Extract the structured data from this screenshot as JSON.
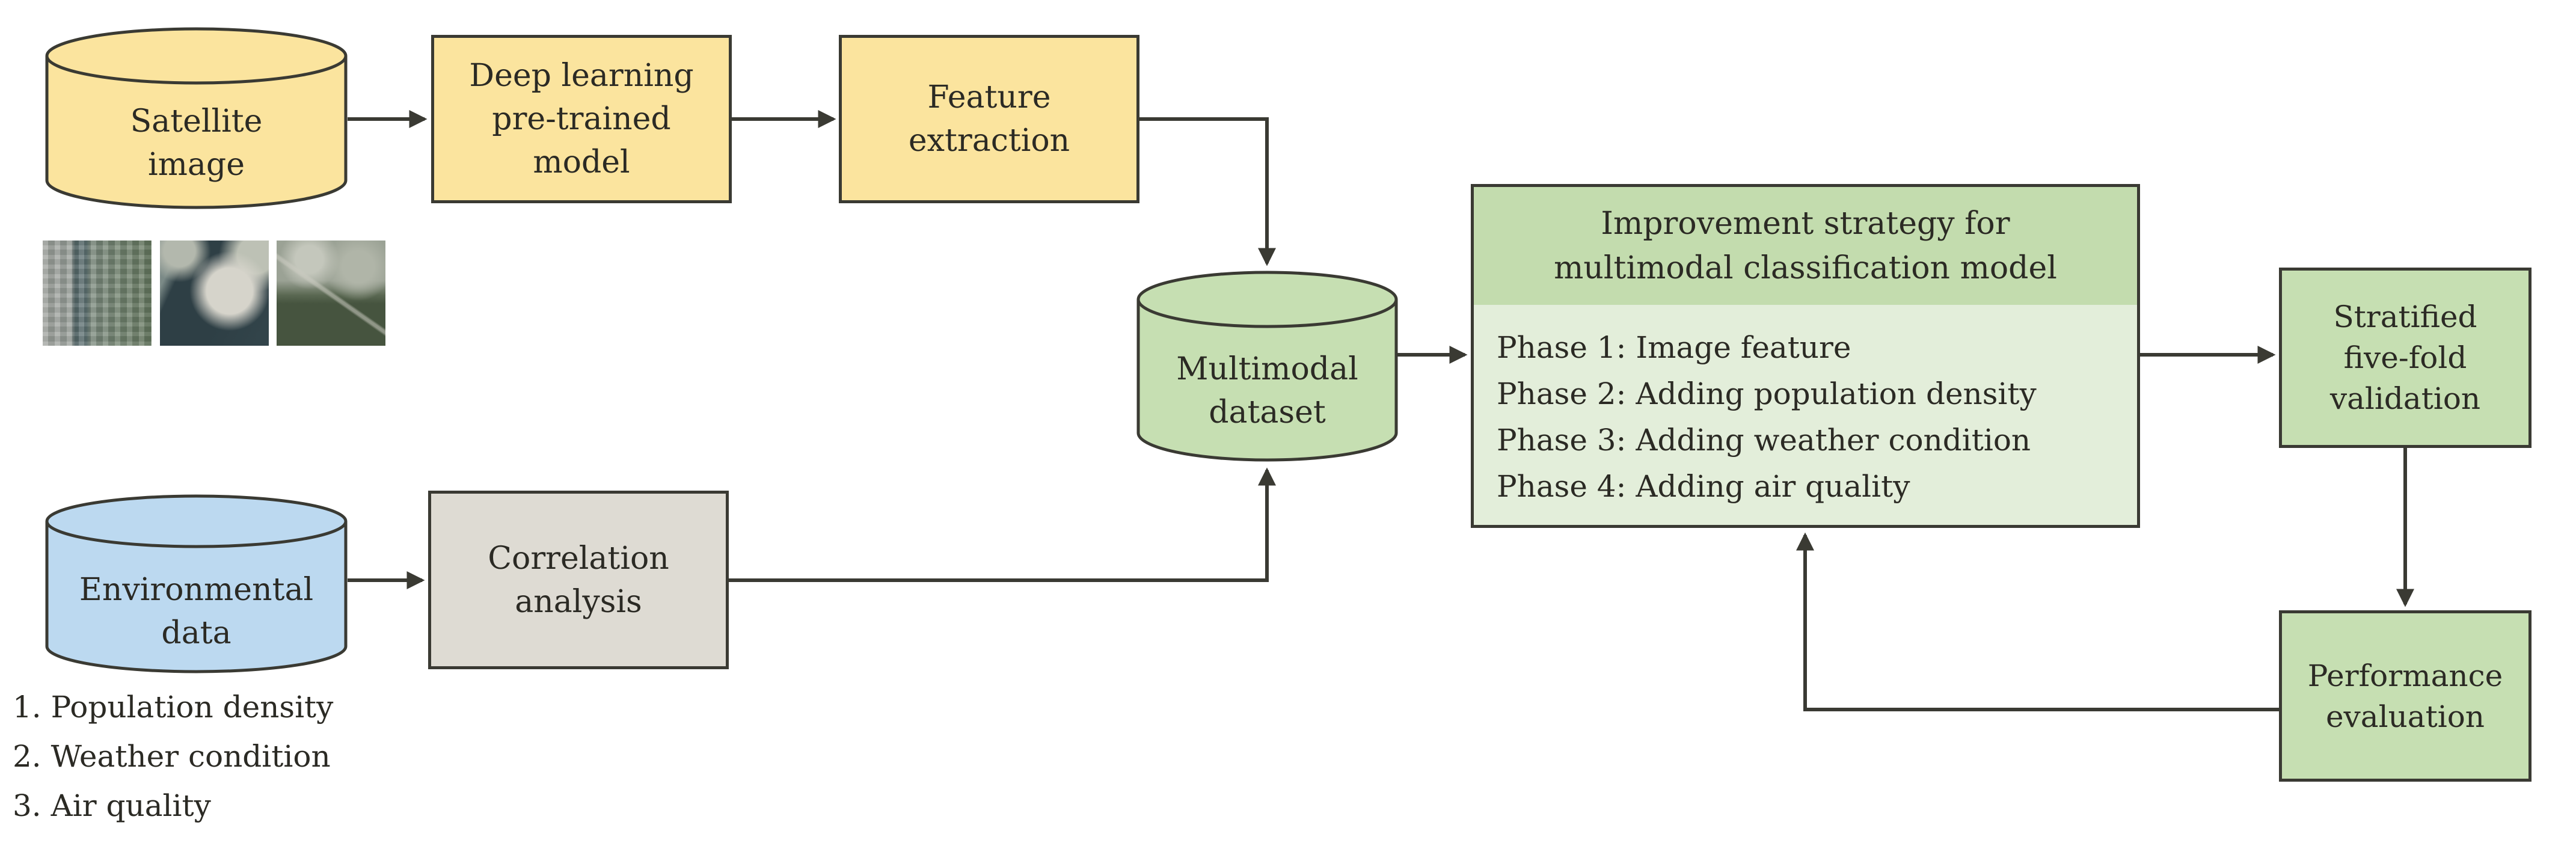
{
  "nodes": {
    "satellite": "Satellite\nimage",
    "deep_learning": "Deep learning\npre-trained\nmodel",
    "feature_extraction": "Feature\nextraction",
    "multimodal": "Multimodal\ndataset",
    "environmental": "Environmental\ndata",
    "correlation": "Correlation\nanalysis",
    "stratified": "Stratified\nfive-fold\nvalidation",
    "performance": "Performance\nevaluation"
  },
  "improvement": {
    "title": "Improvement strategy for\nmultimodal classification model",
    "phases": [
      "Phase 1: Image feature",
      "Phase 2: Adding population density",
      "Phase 3: Adding weather condition",
      "Phase 4: Adding air quality"
    ]
  },
  "environmental_list": [
    "1. Population density",
    "2. Weather condition",
    "3. Air quality"
  ],
  "colors": {
    "node_yellow": "#FBE49E",
    "node_green": "#C6DFB2",
    "improvement_header_green": "#C3DCAE",
    "improvement_body_green": "#E3EEDA",
    "node_blue": "#BCD9F0",
    "node_gray": "#DEDBD3",
    "border": "#3A3A33",
    "text": "#2B2A24"
  }
}
